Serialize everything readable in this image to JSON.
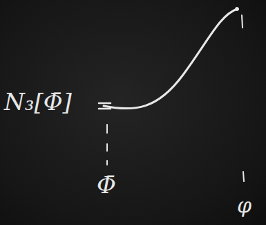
{
  "diagram": {
    "labels": [
      "N₃[Φ̄]",
      "Φ̄",
      "φ"
    ]
  }
}
